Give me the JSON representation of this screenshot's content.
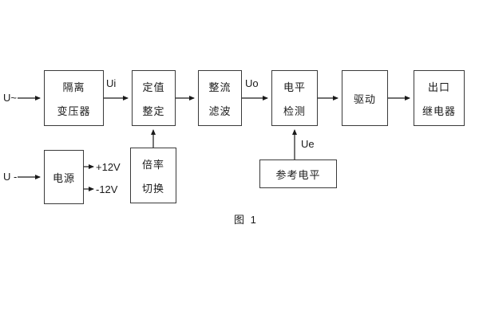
{
  "diagram": {
    "caption": "图 1",
    "inputs": {
      "ac_input": "U~",
      "dc_input": "U -"
    },
    "signal_labels": {
      "ui": "Ui",
      "uo": "Uo",
      "ue": "Ue",
      "plus12v": "+12V",
      "minus12v": "-12V"
    },
    "blocks": {
      "isolation_transformer": {
        "line1": "隔离",
        "line2": "变压器"
      },
      "setting_adjust": {
        "line1": "定值",
        "line2": "整定"
      },
      "rectifier_filter": {
        "line1": "整流",
        "line2": "滤波"
      },
      "level_detect": {
        "line1": "电平",
        "line2": "检测"
      },
      "drive": {
        "line1": "驱动"
      },
      "output_relay": {
        "line1": "出口",
        "line2": "继电器"
      },
      "power_supply": {
        "line1": "电源"
      },
      "ratio_switch": {
        "line1": "倍率",
        "line2": "切换"
      },
      "reference_level": {
        "line1": "参考电平"
      }
    }
  }
}
